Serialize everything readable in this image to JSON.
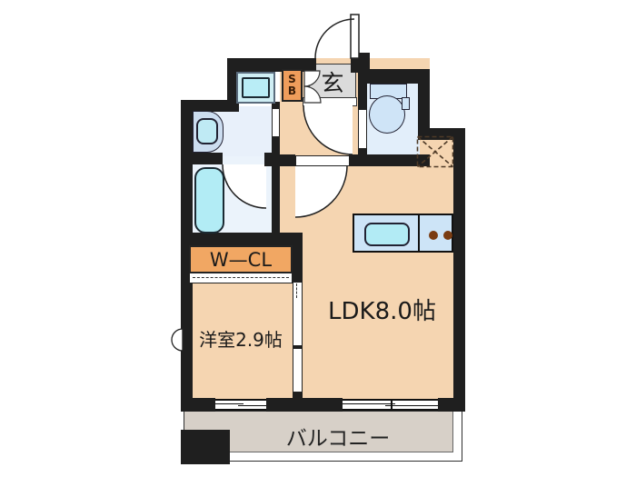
{
  "title": "1K apartment floor plan",
  "rooms": {
    "ldk": {
      "label": "LDK8.0帖"
    },
    "western_room": {
      "label": "洋室2.9帖"
    },
    "balcony": {
      "label": "バルコニー"
    },
    "entrance": {
      "label": "玄"
    },
    "walk_in_closet": {
      "label": "W—CL"
    },
    "shoe_box": {
      "line1": "S",
      "line2": "B"
    }
  },
  "fixtures": [
    "entrance-door",
    "shoe-box",
    "washing-machine-pan",
    "washbasin-vanity",
    "bathtub",
    "toilet",
    "kitchen-counter-with-sink-and-two-burners",
    "refrigerator-space-dashed",
    "sliding-window-western-room",
    "sliding-window-ldk",
    "sliding-door-western-room-ldk",
    "closet-sliding-door",
    "meter-box-door"
  ],
  "colors": {
    "wall": "#1f1f1f",
    "room_floor": "#f5d5b1",
    "balcony_floor": "#d7d0c8",
    "entrance_floor": "#dbdbdb",
    "wet_area_floor": "#e8f0fa",
    "toilet_floor": "#e2eefa",
    "fixture_blue": "#cde4f7",
    "fixture_cyan": "#b3ecf6",
    "accent_orange": "#f0a15e",
    "burner_brown": "#7a3c12",
    "text": "#1a1a1a"
  }
}
